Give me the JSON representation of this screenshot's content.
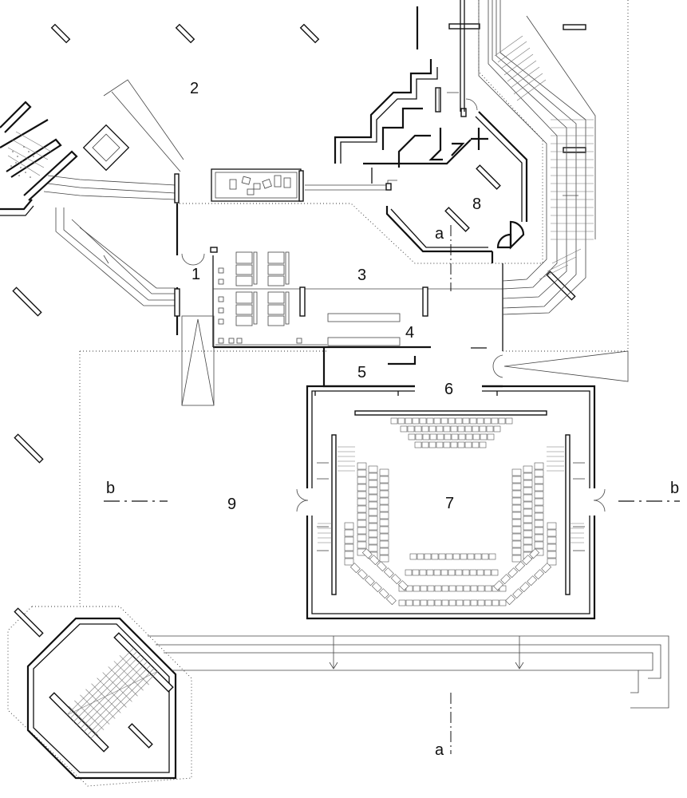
{
  "labels": {
    "entrance": "1",
    "plaza": "2",
    "foyer": "3",
    "bar": "4",
    "room_5": "5",
    "lobby": "6",
    "auditorium": "7",
    "room_8": "8",
    "outdoor_area": "9",
    "section_a_top": "a",
    "section_a_bottom": "a",
    "section_b_left": "b",
    "section_b_right": "b"
  },
  "colors": {
    "line": "#111111",
    "background": "#ffffff"
  }
}
